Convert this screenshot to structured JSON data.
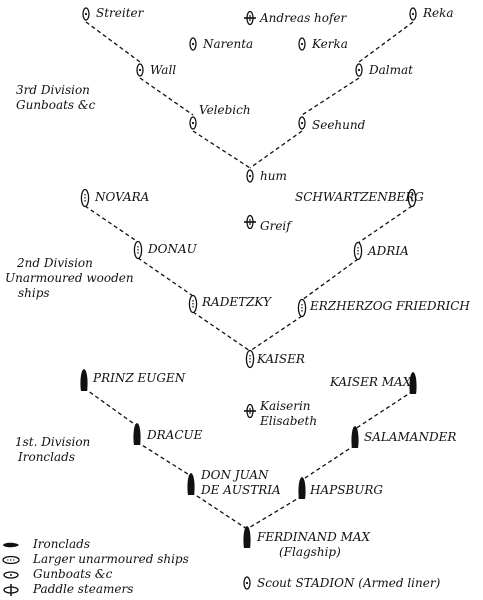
{
  "divisions": {
    "third": [
      "3rd Division",
      "Gunboats &c"
    ],
    "second": [
      "2nd Division",
      "Unarmoured  wooden",
      "ships"
    ],
    "first": [
      "1st. Division",
      "Ironclads"
    ]
  },
  "ships": [
    {
      "id": "streiter",
      "name": "Streiter",
      "type": "gunboat"
    },
    {
      "id": "andreas-hofer",
      "name": "Andreas  hofer",
      "type": "paddle"
    },
    {
      "id": "reka",
      "name": "Reka",
      "type": "gunboat"
    },
    {
      "id": "narenta",
      "name": "Narenta",
      "type": "gunboat"
    },
    {
      "id": "kerka",
      "name": "Kerka",
      "type": "gunboat"
    },
    {
      "id": "wall",
      "name": "Wall",
      "type": "gunboat"
    },
    {
      "id": "dalmat",
      "name": "Dalmat",
      "type": "gunboat"
    },
    {
      "id": "velebich",
      "name": "Velebich",
      "type": "gunboat"
    },
    {
      "id": "seehund",
      "name": "Seehund",
      "type": "gunboat"
    },
    {
      "id": "hum",
      "name": "hum",
      "type": "gunboat"
    },
    {
      "id": "novara",
      "name": "NOVARA",
      "type": "unarmoured"
    },
    {
      "id": "schwartzenberg",
      "name": "SCHWARTZENBERG",
      "type": "unarmoured"
    },
    {
      "id": "greif",
      "name": "Greif",
      "type": "paddle"
    },
    {
      "id": "donau",
      "name": "DONAU",
      "type": "unarmoured"
    },
    {
      "id": "adria",
      "name": "ADRIA",
      "type": "unarmoured"
    },
    {
      "id": "radetzky",
      "name": "RADETZKY",
      "type": "unarmoured"
    },
    {
      "id": "erzherzog-friedrich",
      "name": "ERZHERZOG  FRIEDRICH",
      "type": "unarmoured"
    },
    {
      "id": "kaiser",
      "name": "KAISER",
      "type": "unarmoured"
    },
    {
      "id": "prinz-eugen",
      "name": "PRINZ  EUGEN",
      "type": "ironclad"
    },
    {
      "id": "kaiser-max",
      "name": "KAISER  MAX",
      "type": "ironclad"
    },
    {
      "id": "kaiserin-elisabeth",
      "name": "Kaiserin|Elisabeth",
      "type": "paddle"
    },
    {
      "id": "dracue",
      "name": "DRACUE",
      "type": "ironclad"
    },
    {
      "id": "salamander",
      "name": "SALAMANDER",
      "type": "ironclad"
    },
    {
      "id": "don-juan",
      "name": "DON JUAN|DE  AUSTRIA",
      "type": "ironclad"
    },
    {
      "id": "hapsburg",
      "name": "HAPSBURG",
      "type": "ironclad"
    },
    {
      "id": "ferdinand-max",
      "name": "FERDINAND  MAX|(Flagship)",
      "type": "ironclad"
    },
    {
      "id": "stadion",
      "name": "Scout  STADION  (Armed liner)",
      "type": "gunboat"
    }
  ],
  "lines": [
    [
      "streiter",
      "wall",
      "velebich",
      "hum"
    ],
    [
      "reka",
      "dalmat",
      "seehund",
      "hum"
    ],
    [
      "novara",
      "donau",
      "radetzky",
      "kaiser"
    ],
    [
      "schwartzenberg",
      "adria",
      "erzherzog-friedrich",
      "kaiser"
    ],
    [
      "prinz-eugen",
      "dracue",
      "don-juan",
      "ferdinand-max"
    ],
    [
      "kaiser-max",
      "salamander",
      "hapsburg",
      "ferdinand-max"
    ]
  ],
  "legend": [
    {
      "type": "ironclad",
      "label": "Ironclads"
    },
    {
      "type": "unarmoured",
      "label": "Larger  unarmoured  ships"
    },
    {
      "type": "gunboat",
      "label": "Gunboats  &c"
    },
    {
      "type": "paddle",
      "label": "Paddle  steamers"
    }
  ]
}
